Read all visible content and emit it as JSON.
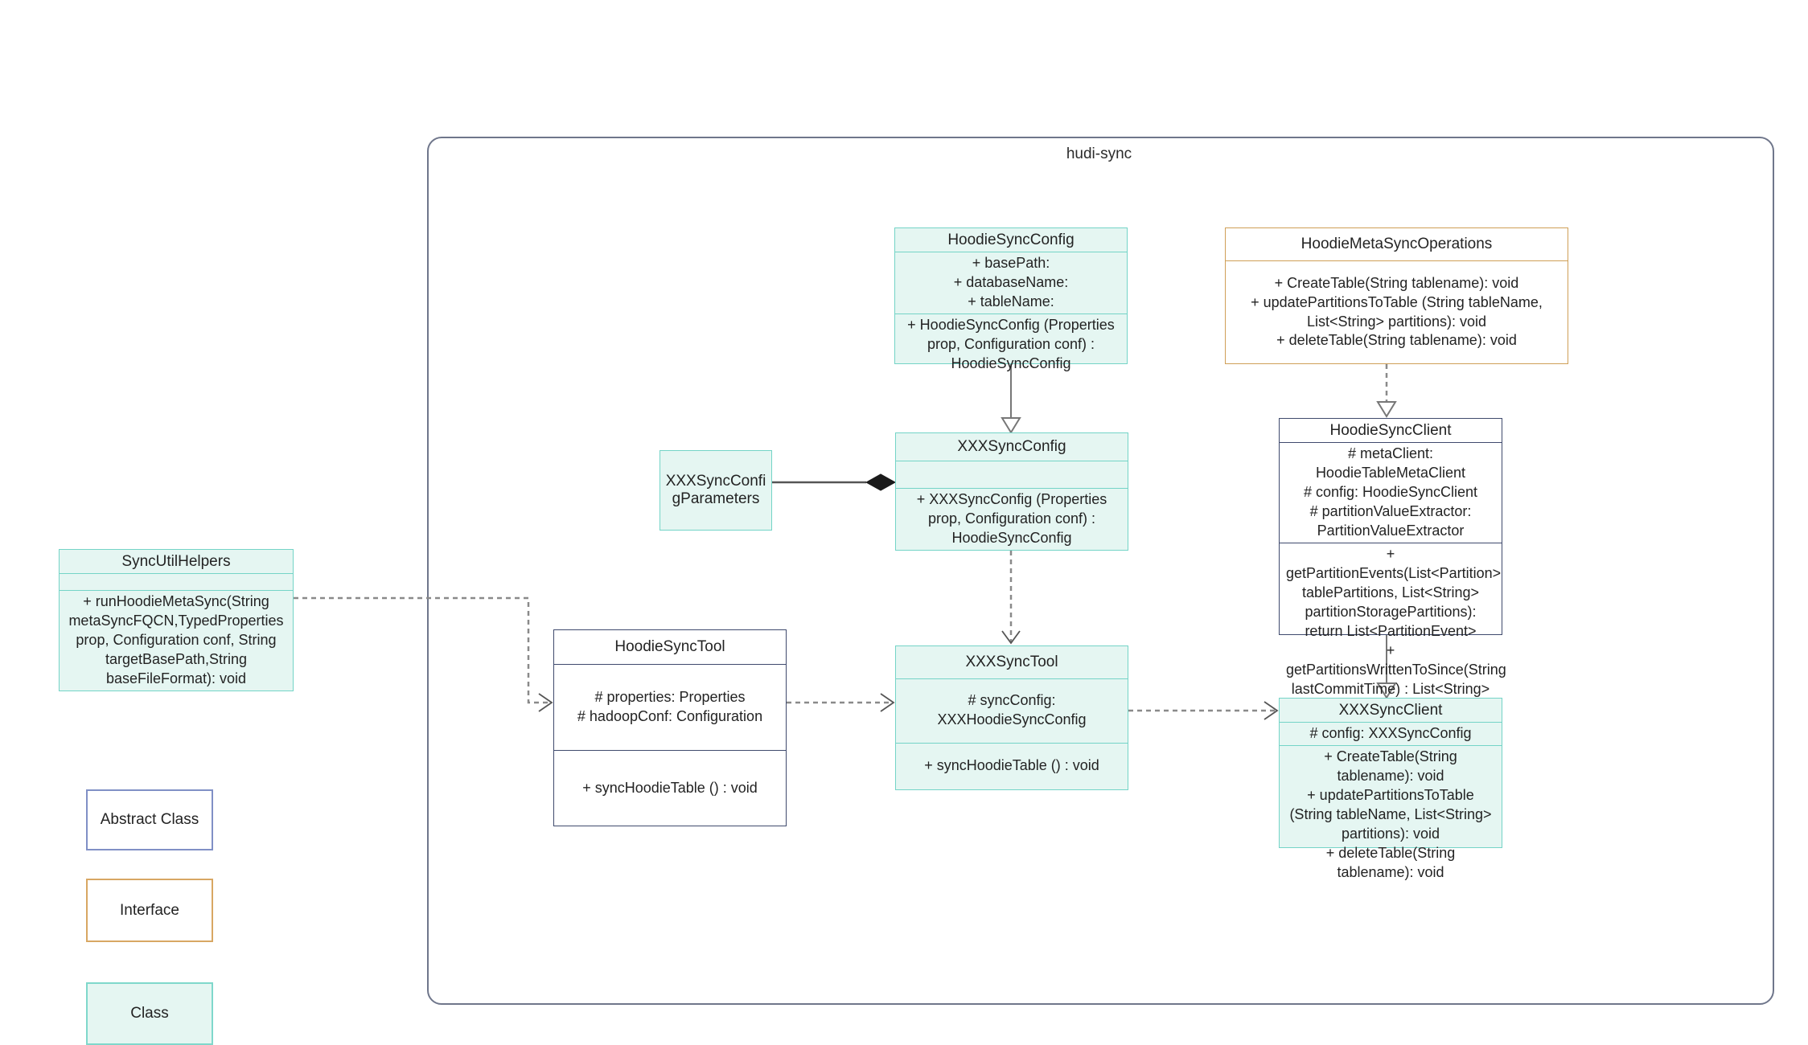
{
  "diagram": {
    "container_label": "hudi-sync"
  },
  "colors": {
    "class_fill": "#e5f6f2",
    "class_border": "#74d4c7",
    "abstract_class_border": "#3f4a6d",
    "abstract_legend_border": "#8090c6",
    "interface_border": "#cf9f57",
    "container_border": "#6f768b",
    "connector_gray": "#777777"
  },
  "classes": {
    "hoodie_sync_config": {
      "title": "HoodieSyncConfig",
      "attributes": [
        "+   basePath:",
        "+   databaseName:",
        "+   tableName:"
      ],
      "methods": [
        "+   HoodieSyncConfig (Properties prop, Configuration conf) : HoodieSyncConfig"
      ]
    },
    "hoodie_meta_sync_operations": {
      "title": "HoodieMetaSyncOperations",
      "methods": [
        "+    CreateTable(String tablename): void",
        "+   updatePartitionsToTable (String tableName, List<String> partitions): void",
        "+    deleteTable(String tablename): void"
      ]
    },
    "xxx_sync_config_parameters": {
      "title": "XXXSyncConfigParameters"
    },
    "xxx_sync_config": {
      "title": "XXXSyncConfig",
      "attributes": [],
      "methods": [
        "+   XXXSyncConfig (Properties prop, Configuration conf) : HoodieSyncConfig"
      ]
    },
    "hoodie_sync_client": {
      "title": "HoodieSyncClient",
      "attributes": [
        "#   metaClient: HoodieTableMetaClient",
        "#   config: HoodieSyncClient",
        "#   partitionValueExtractor: PartitionValueExtractor"
      ],
      "methods": [
        "+   getPartitionEvents(List<Partition> tablePartitions, List<String> partitionStoragePartitions): return List<PartitionEvent>",
        "+   getPartitionsWrittenToSince(String lastCommitTime) : List<String>"
      ]
    },
    "sync_util_helpers": {
      "title": "SyncUtilHelpers",
      "attributes": [],
      "methods": [
        "+    runHoodieMetaSync(String metaSyncFQCN,TypedProperties prop, Configuration conf, String targetBasePath,String baseFileFormat): void"
      ]
    },
    "hoodie_sync_tool": {
      "title": "HoodieSyncTool",
      "attributes": [
        "#   properties: Properties",
        "#   hadoopConf: Configuration"
      ],
      "methods": [
        "+   syncHoodieTable () : void"
      ]
    },
    "xxx_sync_tool": {
      "title": "XXXSyncTool",
      "attributes": [
        "#   syncConfig: XXXHoodieSyncConfig"
      ],
      "methods": [
        "+   syncHoodieTable () : void"
      ]
    },
    "xxx_sync_client": {
      "title": "XXXSyncClient",
      "attributes": [
        "#   config: XXXSyncConfig"
      ],
      "methods": [
        "+   CreateTable(String tablename): void",
        "+   updatePartitionsToTable (String tableName, List<String> partitions): void",
        "+    deleteTable(String tablename): void"
      ]
    }
  },
  "legend": {
    "abstract_label": "Abstract Class",
    "interface_label": "Interface",
    "class_label": "Class"
  },
  "connectors": [
    {
      "type": "inheritance",
      "from": "HoodieSyncConfig",
      "to": "XXXSyncConfig",
      "style": "solid-hollow-triangle"
    },
    {
      "type": "realization",
      "from": "HoodieMetaSyncOperations",
      "to": "HoodieSyncClient",
      "style": "dashed-hollow-triangle"
    },
    {
      "type": "dependency",
      "from": "XXXSyncConfig",
      "to": "XXXSyncTool",
      "style": "dashed-open-arrow"
    },
    {
      "type": "inheritance",
      "from": "HoodieSyncClient",
      "to": "XXXSyncClient",
      "style": "solid-hollow-triangle"
    },
    {
      "type": "dependency",
      "from": "SyncUtilHelpers",
      "to": "HoodieSyncTool",
      "style": "dashed-open-arrow"
    },
    {
      "type": "dependency",
      "from": "HoodieSyncTool",
      "to": "XXXSyncTool",
      "style": "dashed-open-arrow"
    },
    {
      "type": "dependency",
      "from": "XXXSyncTool",
      "to": "XXXSyncClient",
      "style": "dashed-open-arrow"
    },
    {
      "type": "composition",
      "from": "XXXSyncConfigParameters",
      "to": "XXXSyncConfig",
      "style": "solid-filled-diamond"
    }
  ]
}
